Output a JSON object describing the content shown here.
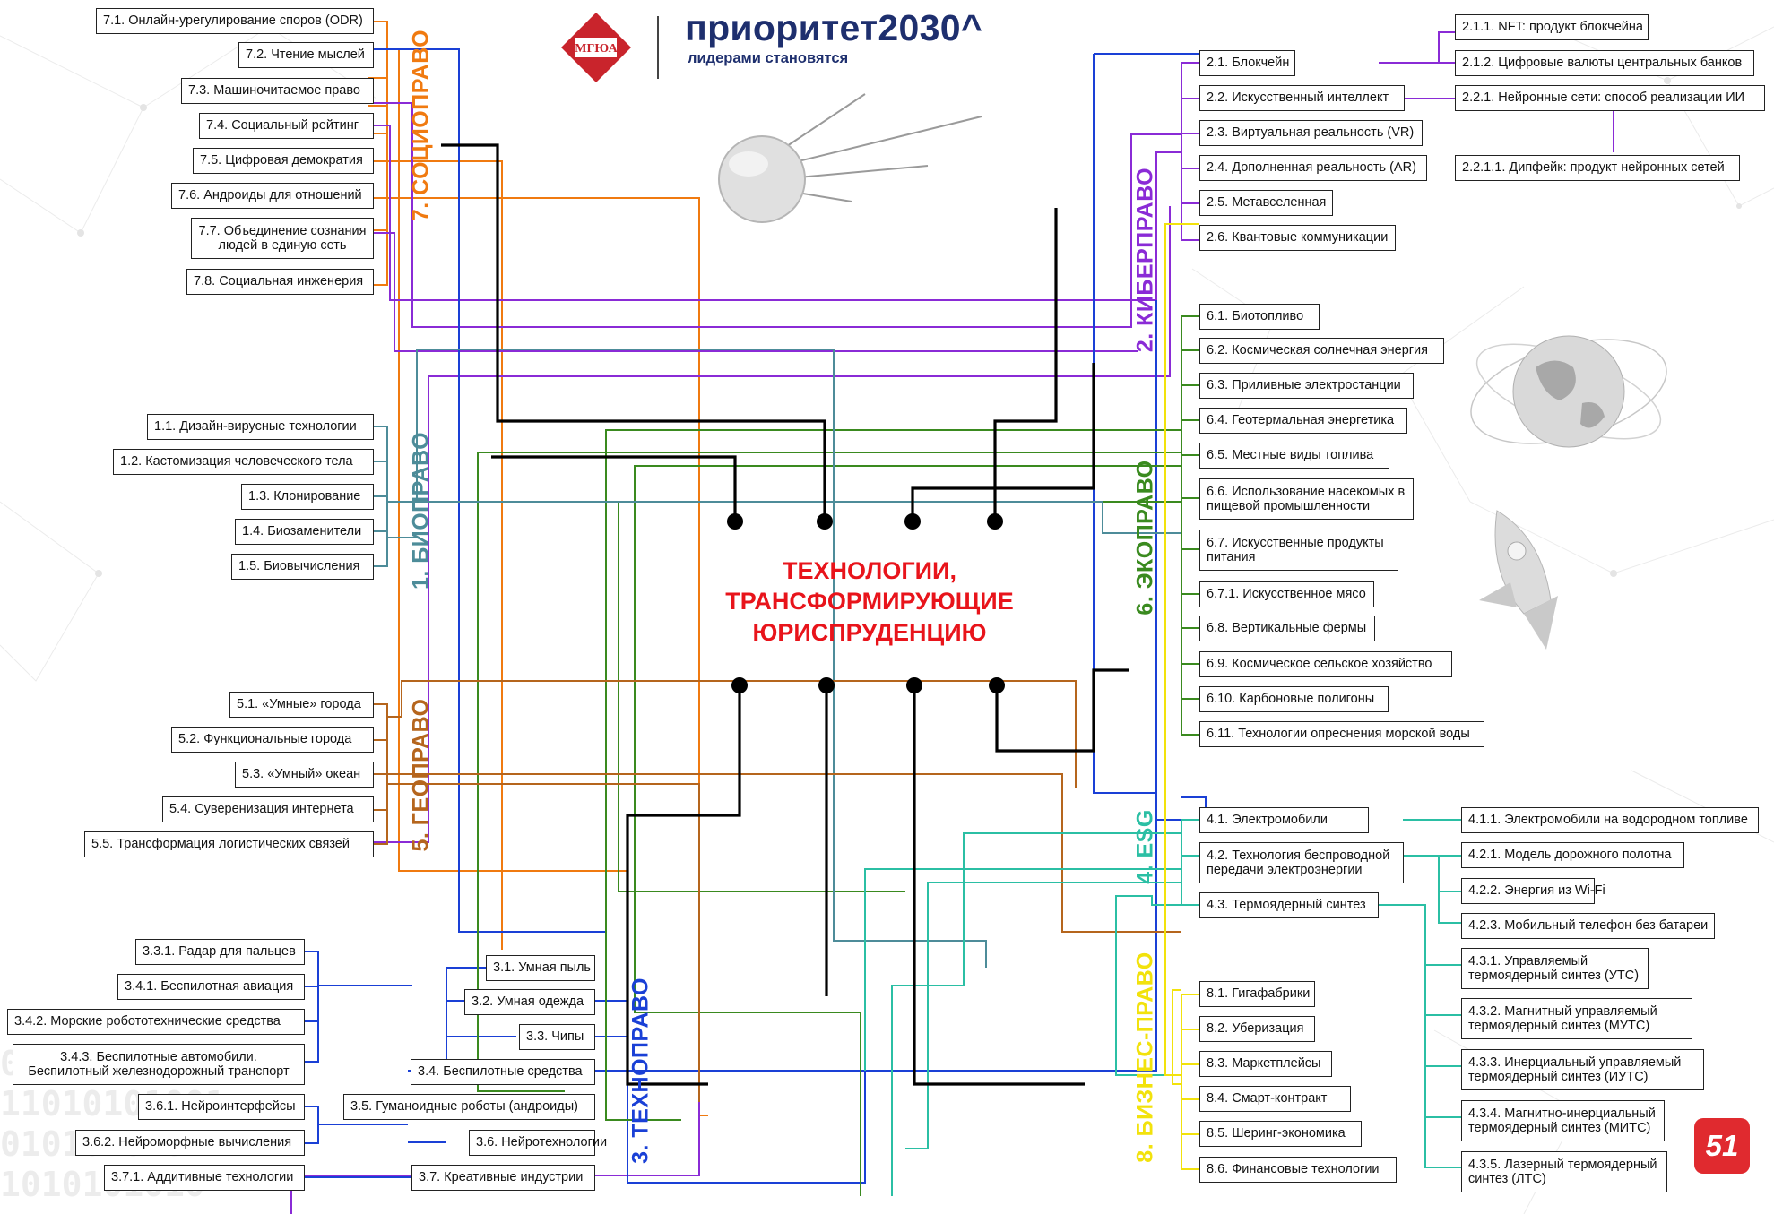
{
  "header": {
    "mgua_logo_text": "МГЮА",
    "program_title": "приоритет2030^",
    "program_subtitle": "лидерами становятся"
  },
  "center": {
    "title_lines": [
      "ТЕХНОЛОГИИ,",
      "ТРАНСФОРМИРУЮЩИЕ",
      "ЮРИСПРУДЕНЦИЮ"
    ]
  },
  "page_number": "51",
  "background_binary": [
    "01010101",
    "11010101001",
    "0101010101",
    "1010101010"
  ],
  "branch_titles": {
    "bio": "1. БИОПРАВО",
    "cyber": "2. КИБЕРПРАВО",
    "techno": "3. ТЕХНОПРАВО",
    "esg": "4. ESG",
    "geo": "5. ГЕОПРАВО",
    "eco": "6. ЭКОПРАВО",
    "socio": "7. СОЦИОПРАВО",
    "business": "8. БИЗНЕС-ПРАВО"
  },
  "branch_colors": {
    "bio": "#4d8c99",
    "cyber": "#8a2bd6",
    "techno": "#1a40d6",
    "esg": "#2bbfa4",
    "geo": "#b5651d",
    "eco": "#3a8a1f",
    "socio": "#f07a10",
    "business": "#f2e20c",
    "core": "#000000",
    "center_title": "#e8141b"
  },
  "socio_items": [
    "7.1. Онлайн-урегулирование споров (ODR)",
    "7.2. Чтение мыслей",
    "7.3. Машиночитаемое право",
    "7.4. Социальный рейтинг",
    "7.5. Цифровая демократия",
    "7.6. Андроиды для отношений",
    "7.7. Объединение сознания людей в единую сеть",
    "7.8. Социальная инженерия"
  ],
  "bio_items": [
    "1.1. Дизайн-вирусные технологии",
    "1.2. Кастомизация человеческого тела",
    "1.3. Клонирование",
    "1.4. Биозаменители",
    "1.5. Биовычисления"
  ],
  "geo_items": [
    "5.1. «Умные» города",
    "5.2. Функциональные города",
    "5.3. «Умный» океан",
    "5.4. Суверенизация интернета",
    "5.5. Трансформация логистических связей"
  ],
  "techno_items": [
    "3.1. Умная пыль",
    "3.2. Умная одежда",
    "3.3. Чипы",
    "3.4. Беспилотные средства",
    "3.5. Гуманоидные роботы (андроиды)",
    "3.6. Нейротехнологии",
    "3.7. Креативные индустрии"
  ],
  "techno_sub_items": [
    "3.3.1. Радар для пальцев",
    "3.4.1. Беспилотная авиация",
    "3.4.2. Морские робототехнические средства",
    "3.4.3. Беспилотные автомобили. Беспилотный железнодорожный транспорт",
    "3.6.1. Нейроинтерфейсы",
    "3.6.2. Нейроморфные вычисления",
    "3.7.1. Аддитивные технологии"
  ],
  "cyber_items": [
    "2.1. Блокчейн",
    "2.2. Искусственный интеллект",
    "2.3. Виртуальная реальность (VR)",
    "2.4. Дополненная реальность (AR)",
    "2.5. Метавселенная",
    "2.6. Квантовые коммуникации"
  ],
  "cyber_sub_items": [
    "2.1.1. NFT: продукт блокчейна",
    "2.1.2. Цифровые валюты центральных банков",
    "2.2.1. Нейронные сети: способ реализации ИИ",
    "2.2.1.1. Дипфейк: продукт нейронных сетей"
  ],
  "eco_items": [
    "6.1. Биотопливо",
    "6.2. Космическая солнечная энергия",
    "6.3. Приливные электростанции",
    "6.4. Геотермальная энергетика",
    "6.5. Местные виды топлива",
    "6.6. Использование насекомых в пищевой промышленности",
    "6.7. Искусственные продукты питания",
    "6.7.1. Искусственное мясо",
    "6.8. Вертикальные фермы",
    "6.9. Космическое сельское хозяйство",
    "6.10. Карбоновые полигоны",
    "6.11. Технологии опреснения морской воды"
  ],
  "esg_items": [
    "4.1. Электромобили",
    "4.2. Технология беспроводной передачи электроэнергии",
    "4.3. Термоядерный синтез"
  ],
  "esg_sub_items": [
    "4.1.1. Электромобили на водородном топливе",
    "4.2.1. Модель дорожного полотна",
    "4.2.2. Энергия из Wi-Fi",
    "4.2.3. Мобильный телефон без батареи",
    "4.3.1. Управляемый термоядерный синтез (УТС)",
    "4.3.2. Магнитный управляемый термоядерный синтез (МУТС)",
    "4.3.3. Инерциальный управляемый термоядерный синтез (ИУТС)",
    "4.3.4. Магнитно-инерциальный термоядерный синтез (МИТС)",
    "4.3.5. Лазерный термоядерный синтез (ЛТС)"
  ],
  "business_items": [
    "8.1. Гигафабрики",
    "8.2. Уберизация",
    "8.3. Маркетплейсы",
    "8.4. Смарт-контракт",
    "8.5. Шеринг-экономика",
    "8.6. Финансовые технологии"
  ]
}
